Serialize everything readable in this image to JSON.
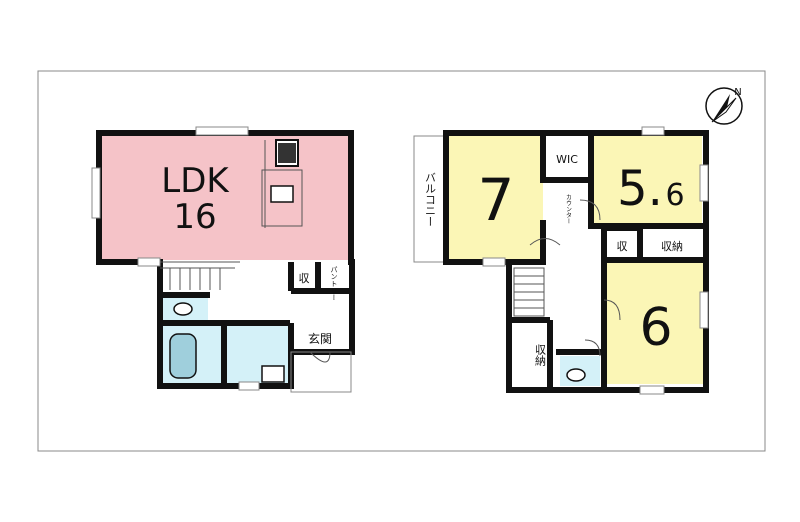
{
  "colors": {
    "ldk": "#f5c3c8",
    "bedroom": "#fbf6b6",
    "wet": "#d4f1f8",
    "corridor": "#ffffff",
    "wall": "#111111",
    "frame": "#888888"
  },
  "first_floor": {
    "ldk_label": "LDK",
    "ldk_size": "16",
    "storage": "収",
    "pantry": "パントリー",
    "entrance": "玄関"
  },
  "second_floor": {
    "balcony": "バルコニー",
    "room_left_size": "7",
    "wic": "WIC",
    "room_right_size_main": "5.",
    "room_right_size_decimal": "6",
    "counter": "カウンター",
    "storage_small": "収",
    "storage_wide": "収納",
    "room_bottom_size": "6",
    "storage_vertical": "収納"
  },
  "compass": {
    "north": "N",
    "icon": "compass-icon"
  }
}
